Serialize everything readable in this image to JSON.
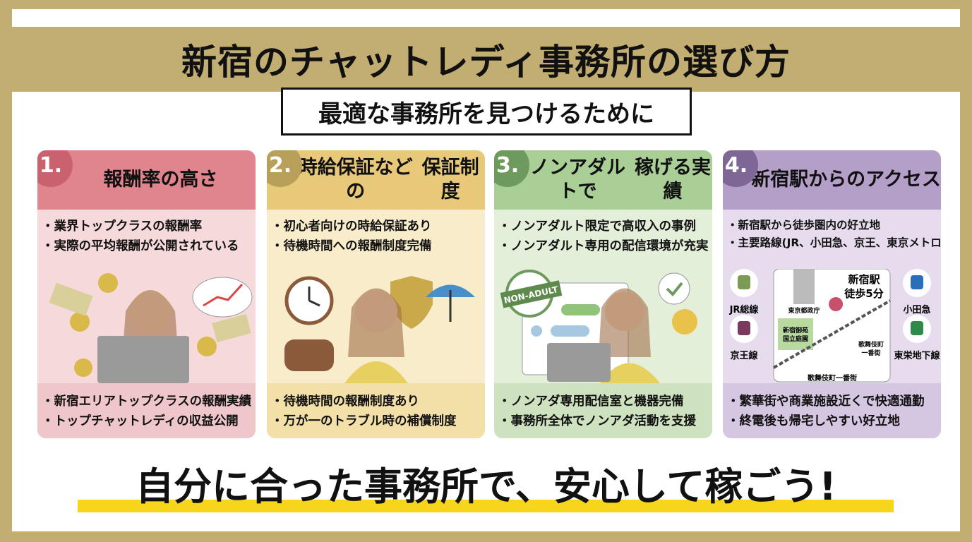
{
  "title": "新宿のチャットレディ事務所の選び方",
  "subtitle": "最適な事務所を見つけるために",
  "colors": {
    "frame": "#c2ad72",
    "highlight": "#f7d51c"
  },
  "cards": [
    {
      "number": "1.",
      "title": "報酬率の高さ",
      "points": [
        "業界トップクラスの報酬率",
        "実際の平均報酬が公開されている"
      ],
      "footer": [
        "新宿エリアトップクラスの報酬実績",
        "トップチャットレディの収益公開"
      ],
      "colors": {
        "badge": "#c9616f",
        "header": "#e0848e",
        "body": "#f5d9db",
        "foot": "#efc6ca"
      }
    },
    {
      "number": "2.",
      "title": "時給保証などの\n保証制度",
      "points": [
        "初心者向けの時給保証あり",
        "待機時間への報酬制度完備"
      ],
      "footer": [
        "待機時間の報酬制度あり",
        "万が一のトラブル時の補償制度"
      ],
      "colors": {
        "badge": "#b8a05a",
        "header": "#e8c97a",
        "body": "#f8ecca",
        "foot": "#f3dfa8"
      }
    },
    {
      "number": "3.",
      "title": "ノンアダルトで\n稼げる実績",
      "points": [
        "ノンアダルト限定で高収入の事例",
        "ノンアダルト専用の配信環境が充実"
      ],
      "footer": [
        "ノンアダ専用配信室と機器完備",
        "事務所全体でノンアダ活動を支援"
      ],
      "colors": {
        "badge": "#6f9a5e",
        "header": "#a9cf96",
        "body": "#e3efd9",
        "foot": "#cfe2c0"
      },
      "stamp": "NON-ADULT"
    },
    {
      "number": "4.",
      "title": "新宿駅\nからのアクセス",
      "points": [
        "新宿駅から徒歩圏内の好立地",
        "主要路線(JR、小田急、京王、東京メトロなど)利用可"
      ],
      "footer": [
        "繁華街や商業施設近くで快適通勤",
        "終電後も帰宅しやすい好立地"
      ],
      "colors": {
        "badge": "#7e6797",
        "header": "#b49fc9",
        "body": "#e6dcee",
        "foot": "#d5c6e2"
      },
      "map": {
        "station": "新宿駅",
        "walk": "徒歩5分",
        "labels": [
          "東京都政庁",
          "新宿御苑\n国立庭園",
          "歌舞伎町\n一番街",
          "歌舞伎町一番街"
        ],
        "lines": [
          {
            "name": "JR総線",
            "color": "#7a9a55"
          },
          {
            "name": "小田急",
            "color": "#2a6fb8"
          },
          {
            "name": "京王線",
            "color": "#7a3a5e"
          },
          {
            "name": "東栄地下線",
            "color": "#2e8a4a"
          }
        ]
      }
    }
  ],
  "tagline": "自分に合った事務所で、安心して稼ごう!"
}
